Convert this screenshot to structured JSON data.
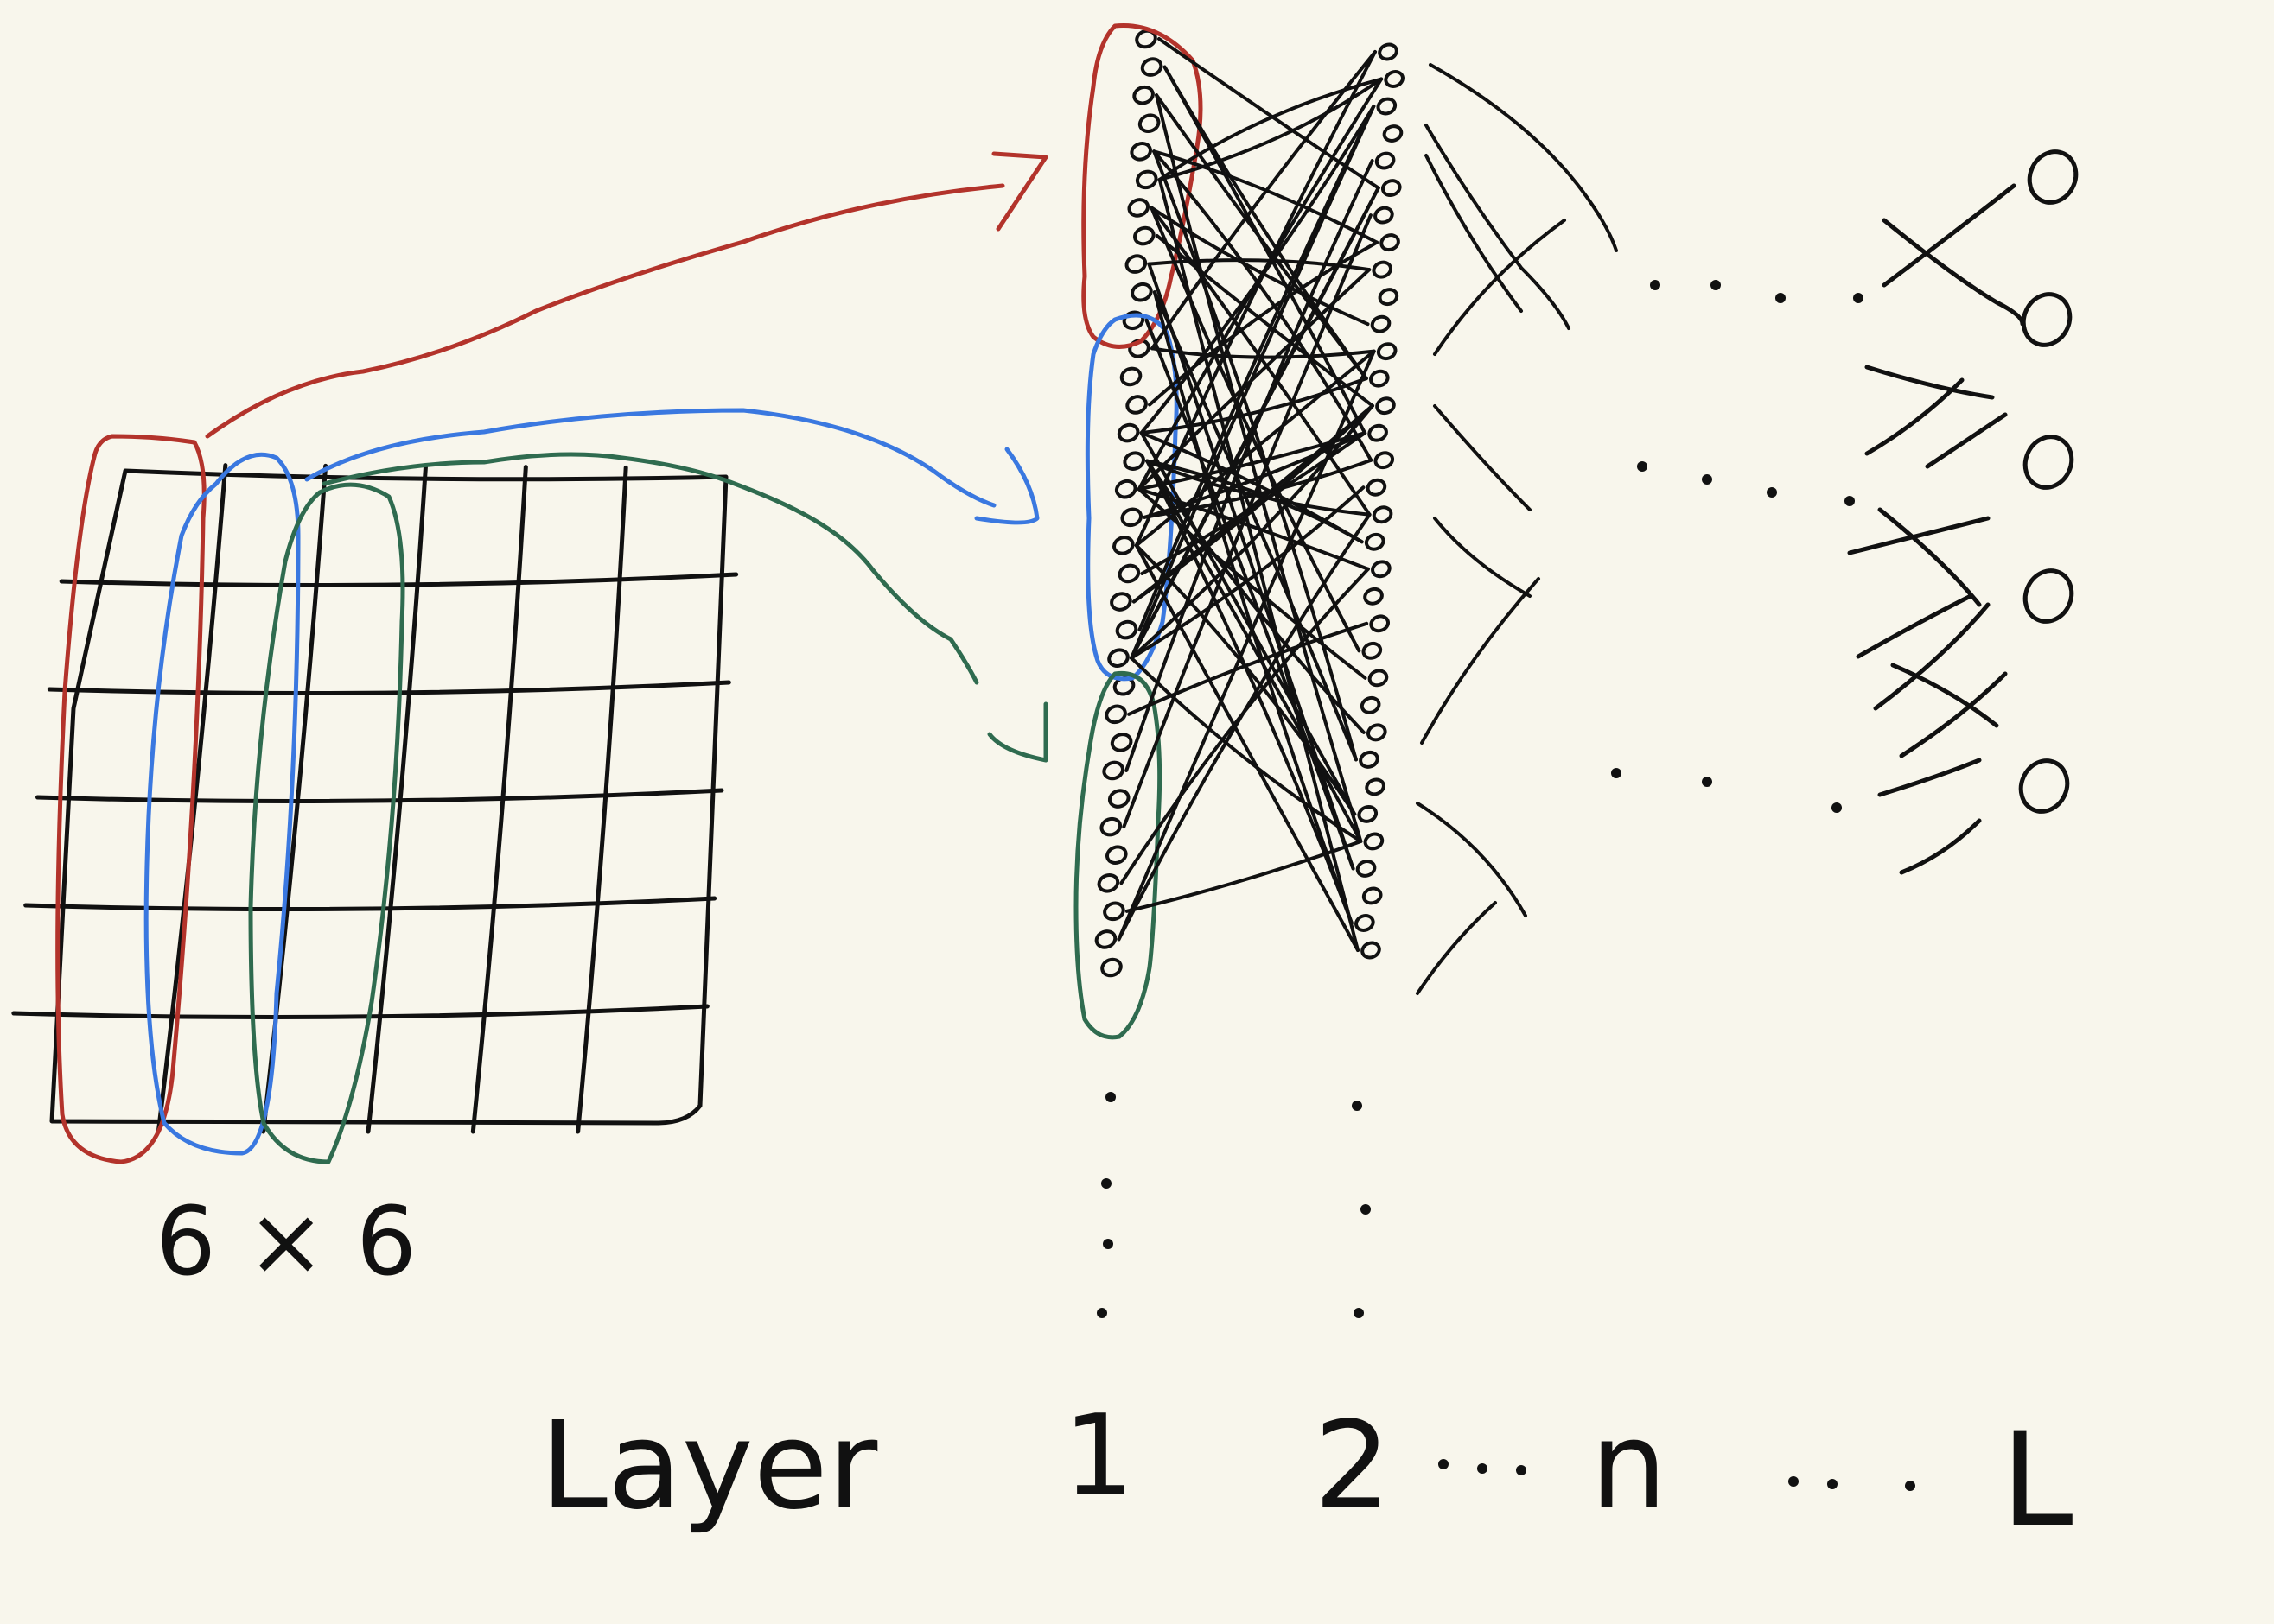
{
  "colors": {
    "background": "#f8f6ec",
    "ink": "#111111",
    "red": "#b3332b",
    "blue": "#3a78e0",
    "green": "#2f6b4f"
  },
  "grid": {
    "label": "6 × 6",
    "rows": 6,
    "cols": 6
  },
  "layer_axis": {
    "title": "Layer",
    "ticks": [
      "1",
      "2",
      "n",
      "L"
    ]
  },
  "groups": [
    {
      "name": "red-group",
      "color_key": "red"
    },
    {
      "name": "blue-group",
      "color_key": "blue"
    },
    {
      "name": "green-group",
      "color_key": "green"
    }
  ],
  "output_layer": {
    "node_count": 5
  }
}
